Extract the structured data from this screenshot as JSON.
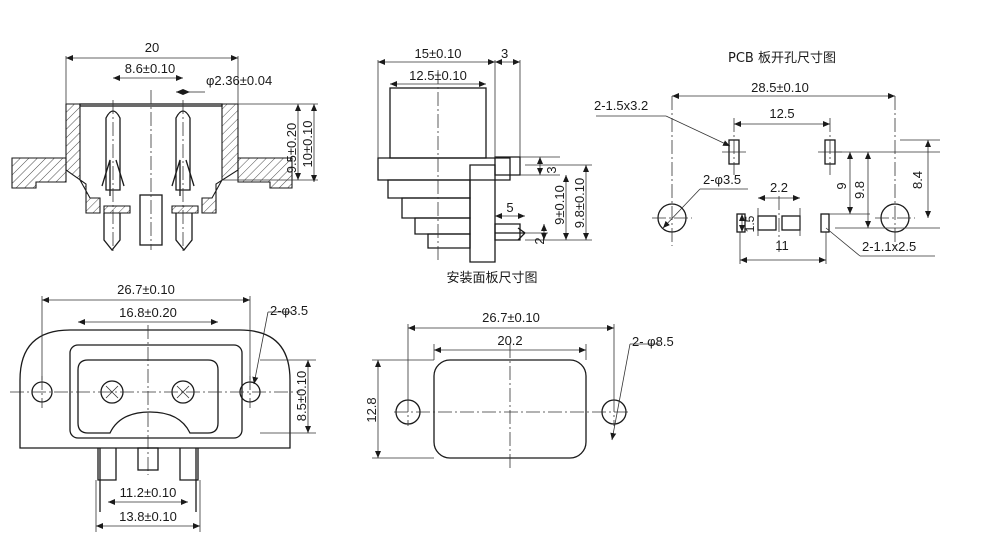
{
  "views": {
    "side_section": {
      "width": "20",
      "pin_pitch": "8.6±0.10",
      "pin_dia": "φ2.36±0.04",
      "h1": "9.5±0.20",
      "h2": "10±0.10"
    },
    "side_profile": {
      "w_outer": "15±0.10",
      "w_inner": "12.5±0.10",
      "gap": "3",
      "step": "3",
      "offset": "5",
      "h1": "9±0.10",
      "h2": "9.8±0.10",
      "small": "2"
    },
    "pcb_layout": {
      "title": "PCB 板开孔尺寸图",
      "span": "28.5±0.10",
      "pitch": "12.5",
      "slot_large": "2-1.5x3.2",
      "holes": "2-φ3.5",
      "w_mid": "2.2",
      "v9": "9",
      "v98": "9.8",
      "v84": "8.4",
      "v15": "1.5",
      "v11": "11",
      "slot_small": "2-1.1x2.5"
    },
    "front_view": {
      "flange": "26.7±0.10",
      "body": "16.8±0.20",
      "holes": "2-φ3.5",
      "height": "8.5±0.10",
      "bottom_inner": "11.2±0.10",
      "bottom_outer": "13.8±0.10"
    },
    "panel_cutout": {
      "title": "安装面板尺寸图",
      "span": "26.7±0.10",
      "cut_w": "20.2",
      "holes": "2- φ8.5",
      "height": "12.8"
    }
  }
}
